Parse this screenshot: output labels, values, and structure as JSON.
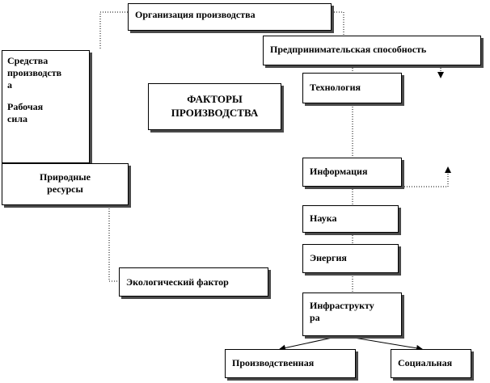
{
  "diagram": {
    "title_lines": [
      "ФАКТОРЫ",
      "ПРОИЗВОДСТВА"
    ],
    "nodes": {
      "organization": "Организация производства",
      "entrepreneurship": "Предпринимательская способность",
      "means_lines": [
        "Средства",
        "производств",
        "а"
      ],
      "labor_lines": [
        "Рабочая",
        "сила"
      ],
      "natural_lines": [
        "Природные",
        "ресурсы"
      ],
      "technology": "Технология",
      "information": "Информация",
      "science": "Наука",
      "energy": "Энергия",
      "infrastructure_lines": [
        "Инфраструкту",
        "ра"
      ],
      "ecological": "Экологический фактор",
      "production": "Производственная",
      "social": "Социальная"
    }
  }
}
